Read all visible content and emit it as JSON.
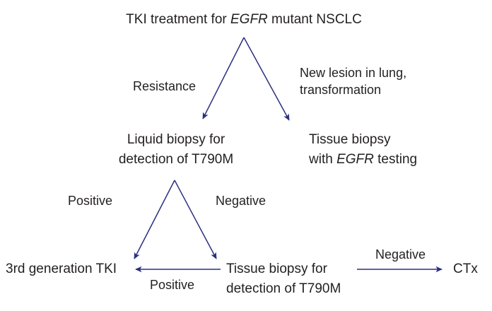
{
  "diagram": {
    "title_node": {
      "id": "tki-treatment",
      "text_before": "TKI treatment for ",
      "gene": "EGFR",
      "text_after": " mutant NSCLC",
      "full_text": "TKI treatment for EGFR mutant NSCLC"
    },
    "nodes": [
      {
        "id": "liquid-biopsy",
        "line1": "Liquid biopsy for",
        "line2": "detection of T790M"
      },
      {
        "id": "tissue-biopsy-egfr",
        "line1": "Tissue biopsy",
        "line2_before": "with ",
        "line2_gene": "EGFR",
        "line2_after": " testing"
      },
      {
        "id": "third-generation-tki",
        "line1": "3rd generation TKI"
      },
      {
        "id": "tissue-biopsy-t790m",
        "line1": "Tissue biopsy for",
        "line2": "detection of T790M"
      },
      {
        "id": "ctx",
        "line1": "CTx"
      }
    ],
    "edge_labels": {
      "resistance": "Resistance",
      "new_lesion_line1": "New lesion in lung,",
      "new_lesion_line2": "transformation",
      "positive_upper": "Positive",
      "negative_upper": "Negative",
      "positive_lower": "Positive",
      "negative_lower": "Negative"
    },
    "colors": {
      "arrow": "#2b2f7f",
      "text": "#231f20",
      "background": "#ffffff"
    }
  }
}
